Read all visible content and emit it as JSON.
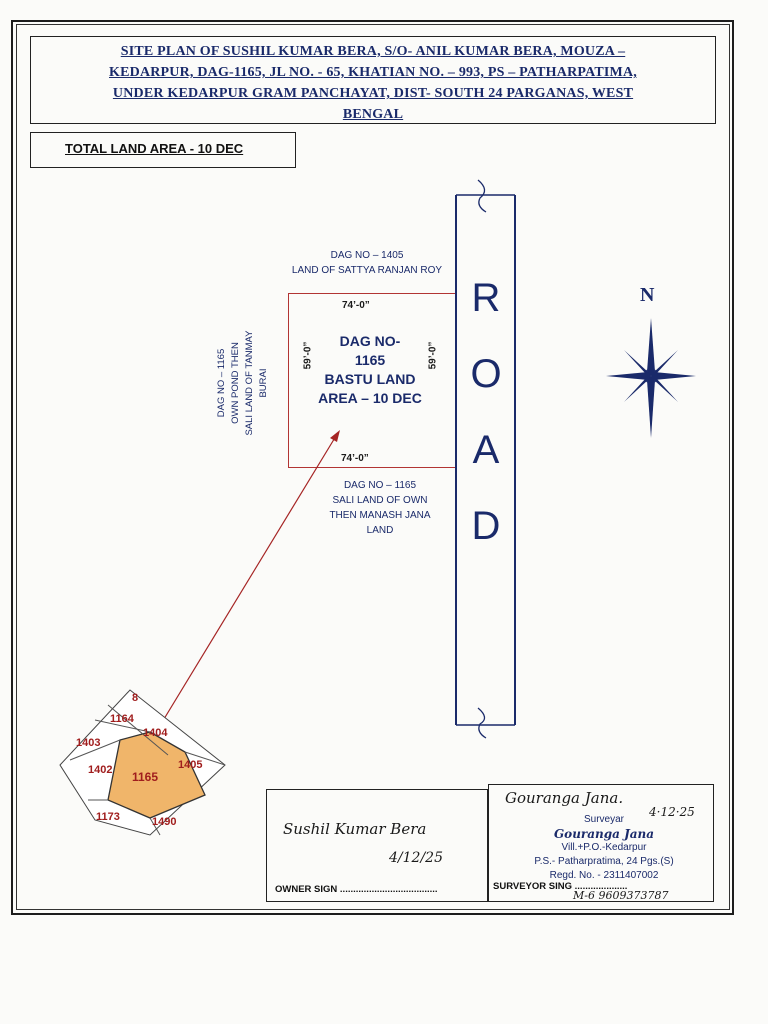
{
  "title": {
    "line1": "SITE PLAN OF SUSHIL KUMAR BERA, S/O- ANIL KUMAR BERA,  MOUZA –",
    "line2": "KEDARPUR, DAG-1165, JL NO. - 65, KHATIAN NO. – 993, PS – PATHARPATIMA,",
    "line3": "UNDER KEDARPUR GRAM PANCHAYAT, DIST- SOUTH 24 PARGANAS, WEST",
    "line4": "BENGAL"
  },
  "total_land_area": "TOTAL LAND AREA - 10 DEC",
  "north_neighbour": {
    "line1": "DAG NO – 1405",
    "line2": "LAND OF SATTYA RANJAN ROY"
  },
  "west_neighbour": {
    "line1": "DAG NO – 1165",
    "line2": "OWN POND THEN",
    "line3": "SALI LAND OF TANMAY",
    "line4": "BURAI"
  },
  "south_neighbour": {
    "line1": "DAG NO – 1165",
    "line2": "SALI LAND OF OWN",
    "line3": "THEN MANASH JANA",
    "line4": "LAND"
  },
  "plot": {
    "line1": "DAG NO-",
    "line2": "1165",
    "line3": "BASTU LAND",
    "line4": "AREA – 10 DEC",
    "dim_top": "74’-0”",
    "dim_bottom": "74’-0”",
    "dim_left": "59’-0”",
    "dim_right": "59’-0”"
  },
  "road": [
    "R",
    "O",
    "A",
    "D"
  ],
  "compass": {
    "north_label": "N"
  },
  "mini_map": {
    "labels": [
      "8",
      "1164",
      "1404",
      "1403",
      "1402",
      "1165",
      "1405",
      "1173",
      "1490"
    ]
  },
  "owner": {
    "signature": "Sushil Kumar Bera",
    "date": "4/12/25",
    "sign_label": "OWNER SIGN ....................................."
  },
  "surveyor": {
    "signature": "Gouranga Jana.",
    "date": "4·12·25",
    "stamp_title": "Surveyar",
    "stamp_name": "Gouranga Jana",
    "stamp_address": "Vill.+P.O.-Kedarpur",
    "stamp_ps": "P.S.- Patharpratima, 24 Pgs.(S)",
    "stamp_regd": "Regd. No. - 2311407002",
    "sign_label": "SURVEYOR SING ....................",
    "mobile": "M-6 9609373787"
  }
}
